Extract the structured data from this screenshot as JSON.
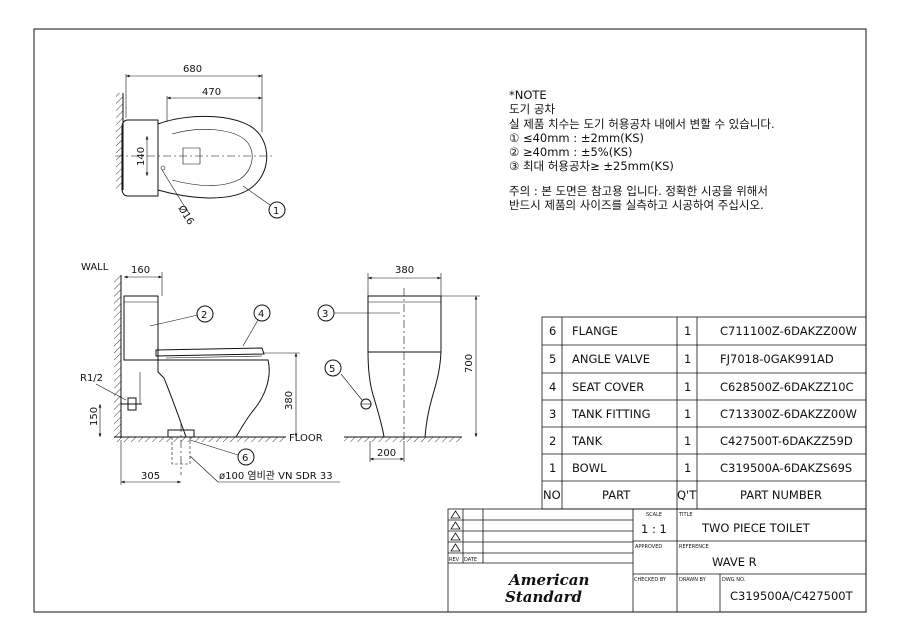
{
  "dimensions": {
    "top_overall": "680",
    "top_seat": "470",
    "top_140": "140",
    "top_dia": "Ø16",
    "side_wall_offset": "160",
    "side_inlet_height": "150",
    "side_outlet_distance": "305",
    "side_seat_height": "380",
    "front_width": "380",
    "front_height": "700",
    "front_base": "200"
  },
  "labels": {
    "wall": "WALL",
    "floor": "FLOOR",
    "r12": "R1/2",
    "pipe_note": "ø100 염비관 VN SDR 33"
  },
  "callouts": [
    "1",
    "2",
    "3",
    "4",
    "5",
    "6"
  ],
  "note": {
    "title": "*NOTE",
    "heading": "도기 공차",
    "line1": "실 제품 치수는 도기 허용공차 내에서 변할 수 있습니다.",
    "line2": "① ≤40mm : ±2mm(KS)",
    "line3": "② ≥40mm : ±5%(KS)",
    "line4": "③ 최대 허용공차≥ ±25mm(KS)",
    "warn1": "주의 : 본 도면은 참고용 입니다. 정확한 시공을 위해서",
    "warn2": "반드시 제품의 사이즈를 실측하고 시공하여 주십시오."
  },
  "parts": [
    {
      "no": "6",
      "part": "FLANGE",
      "qty": "1",
      "number": "C711100Z-6DAKZZ00W"
    },
    {
      "no": "5",
      "part": "ANGLE VALVE",
      "qty": "1",
      "number": "FJ7018-0GAK991AD"
    },
    {
      "no": "4",
      "part": "SEAT COVER",
      "qty": "1",
      "number": "C628500Z-6DAKZZ10C"
    },
    {
      "no": "3",
      "part": "TANK FITTING",
      "qty": "1",
      "number": "C713300Z-6DAKZZ00W"
    },
    {
      "no": "2",
      "part": "TANK",
      "qty": "1",
      "number": "C427500T-6DAKZZ59D"
    },
    {
      "no": "1",
      "part": "BOWL",
      "qty": "1",
      "number": "C319500A-6DAKZS69S"
    }
  ],
  "parts_header": {
    "no": "NO",
    "part": "PART",
    "qty": "Q'T",
    "number": "PART NUMBER"
  },
  "title_block": {
    "scale_label": "SCALE",
    "scale": "1 : 1",
    "title_label": "TITLE",
    "title": "TWO PIECE TOILET",
    "approved_label": "APPROVED",
    "reference_label": "REFERENCE",
    "reference": "WAVE R",
    "rev_label": "REV",
    "date_label": "DATE",
    "checked_label": "CHECKED BY",
    "drawn_label": "DRAWN BY",
    "dwg_label": "DWG NO.",
    "dwg_no": "C319500A/C427500T",
    "brand_line1": "American",
    "brand_line2": "Standard"
  }
}
